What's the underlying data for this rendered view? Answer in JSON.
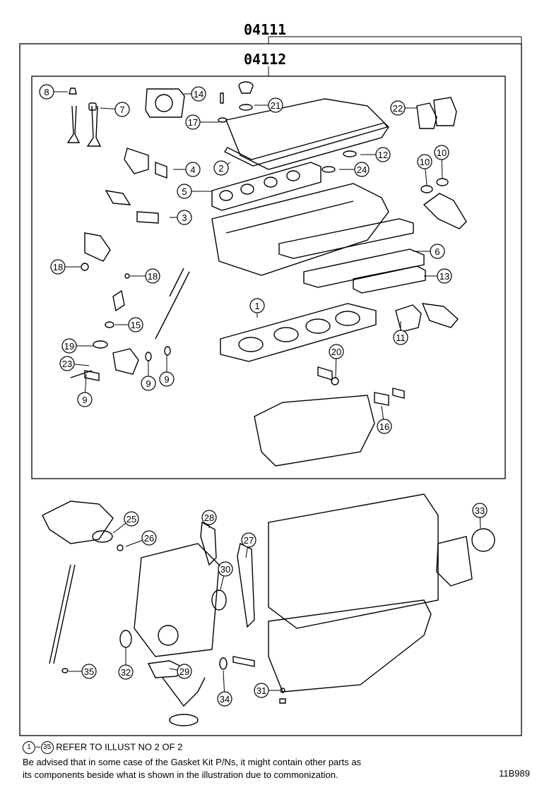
{
  "assembly": {
    "outer_code": "04111",
    "inner_code": "04112"
  },
  "callouts": [
    {
      "n": "1"
    },
    {
      "n": "2"
    },
    {
      "n": "3"
    },
    {
      "n": "4"
    },
    {
      "n": "5"
    },
    {
      "n": "6"
    },
    {
      "n": "7"
    },
    {
      "n": "8"
    },
    {
      "n": "9"
    },
    {
      "n": "9"
    },
    {
      "n": "9"
    },
    {
      "n": "10"
    },
    {
      "n": "10"
    },
    {
      "n": "11"
    },
    {
      "n": "12"
    },
    {
      "n": "13"
    },
    {
      "n": "14"
    },
    {
      "n": "15"
    },
    {
      "n": "16"
    },
    {
      "n": "17"
    },
    {
      "n": "18"
    },
    {
      "n": "18"
    },
    {
      "n": "19"
    },
    {
      "n": "20"
    },
    {
      "n": "21"
    },
    {
      "n": "22"
    },
    {
      "n": "23"
    },
    {
      "n": "24"
    },
    {
      "n": "25"
    },
    {
      "n": "26"
    },
    {
      "n": "27"
    },
    {
      "n": "28"
    },
    {
      "n": "29"
    },
    {
      "n": "30"
    },
    {
      "n": "31"
    },
    {
      "n": "32"
    },
    {
      "n": "33"
    },
    {
      "n": "34"
    },
    {
      "n": "35"
    }
  ],
  "footer": {
    "range_start": "1",
    "range_sep": "~",
    "range_end": "35",
    "ref_text": "REFER TO ILLUST NO 2 OF 2",
    "advice_line1": "Be advised that in some case of the Gasket Kit P/Ns,  it might contain other parts as",
    "advice_line2": "its components beside what is shown in the illustration due to commonization.",
    "figure_id": "11B989"
  }
}
